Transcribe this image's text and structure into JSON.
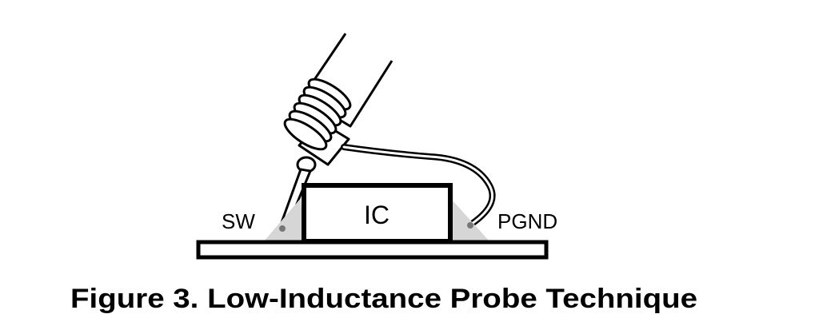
{
  "labels": {
    "ic": "IC",
    "sw": "SW",
    "pgnd": "PGND"
  },
  "caption": "Figure 3. Low-Inductance Probe Technique",
  "colors": {
    "ink": "#000000",
    "solder": "#d6d6d6",
    "background": "#ffffff"
  }
}
